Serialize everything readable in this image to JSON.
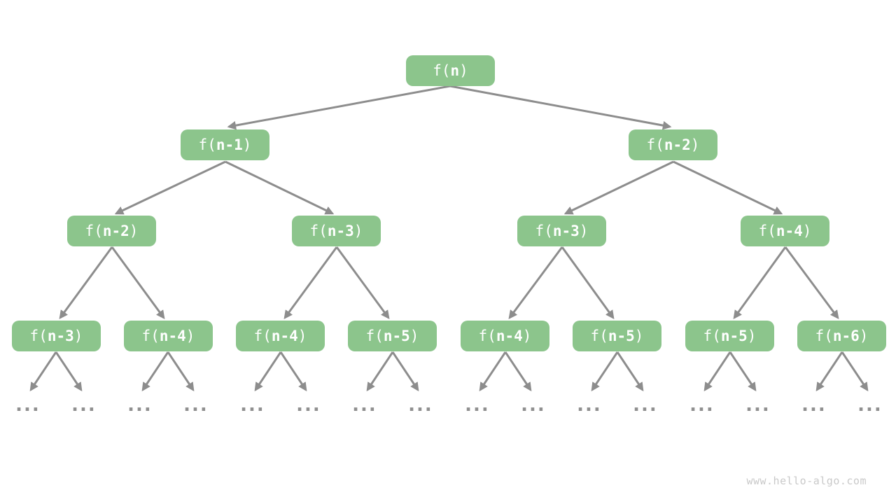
{
  "watermark": {
    "text": "www.hello-algo.com"
  },
  "colors": {
    "node_fill": "#8CC58C",
    "node_text": "#FFFFFF",
    "arrow": "#8D8D8D",
    "ellipsis": "#8F8F8F",
    "watermark": "#C9C9C9",
    "background": "#FFFFFF"
  },
  "tree": {
    "description": "Recursion tree of f(n) = f(n-1) + f(n-2)",
    "ellipsis": "...",
    "nodes": [
      {
        "level": 1,
        "label": "f(n)",
        "prefix": "f(",
        "bold": "n",
        "suffix": ")"
      },
      {
        "level": 2,
        "label": "f(n-1)",
        "prefix": "f(",
        "bold": "n-1",
        "suffix": ")"
      },
      {
        "level": 2,
        "label": "f(n-2)",
        "prefix": "f(",
        "bold": "n-2",
        "suffix": ")"
      },
      {
        "level": 3,
        "label": "f(n-2)",
        "prefix": "f(",
        "bold": "n-2",
        "suffix": ")"
      },
      {
        "level": 3,
        "label": "f(n-3)",
        "prefix": "f(",
        "bold": "n-3",
        "suffix": ")"
      },
      {
        "level": 3,
        "label": "f(n-3)",
        "prefix": "f(",
        "bold": "n-3",
        "suffix": ")"
      },
      {
        "level": 3,
        "label": "f(n-4)",
        "prefix": "f(",
        "bold": "n-4",
        "suffix": ")"
      },
      {
        "level": 4,
        "label": "f(n-3)",
        "prefix": "f(",
        "bold": "n-3",
        "suffix": ")"
      },
      {
        "level": 4,
        "label": "f(n-4)",
        "prefix": "f(",
        "bold": "n-4",
        "suffix": ")"
      },
      {
        "level": 4,
        "label": "f(n-4)",
        "prefix": "f(",
        "bold": "n-4",
        "suffix": ")"
      },
      {
        "level": 4,
        "label": "f(n-5)",
        "prefix": "f(",
        "bold": "n-5",
        "suffix": ")"
      },
      {
        "level": 4,
        "label": "f(n-4)",
        "prefix": "f(",
        "bold": "n-4",
        "suffix": ")"
      },
      {
        "level": 4,
        "label": "f(n-5)",
        "prefix": "f(",
        "bold": "n-5",
        "suffix": ")"
      },
      {
        "level": 4,
        "label": "f(n-5)",
        "prefix": "f(",
        "bold": "n-5",
        "suffix": ")"
      },
      {
        "level": 4,
        "label": "f(n-6)",
        "prefix": "f(",
        "bold": "n-6",
        "suffix": ")"
      }
    ]
  }
}
